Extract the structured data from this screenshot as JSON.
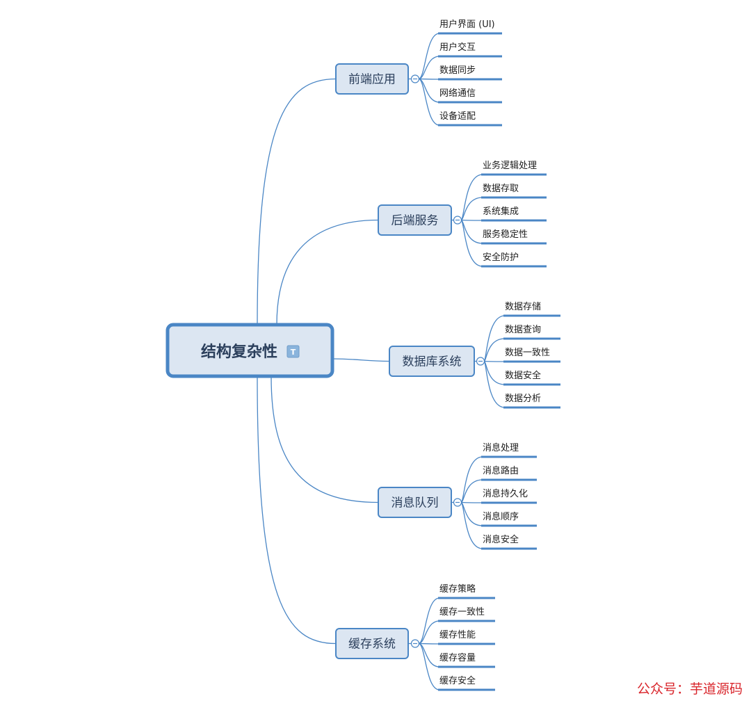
{
  "root": {
    "label": "结构复杂性",
    "icon": "text-topic-icon",
    "icon_glyph": "T"
  },
  "branches": [
    {
      "label": "前端应用",
      "children": [
        "用户界面 (UI)",
        "用户交互",
        "数据同步",
        "网络通信",
        "设备适配"
      ]
    },
    {
      "label": "后端服务",
      "children": [
        "业务逻辑处理",
        "数据存取",
        "系统集成",
        "服务稳定性",
        "安全防护"
      ]
    },
    {
      "label": "数据库系统",
      "children": [
        "数据存储",
        "数据查询",
        "数据一致性",
        "数据安全",
        "数据分析"
      ]
    },
    {
      "label": "消息队列",
      "children": [
        "消息处理",
        "消息路由",
        "消息持久化",
        "消息顺序",
        "消息安全"
      ]
    },
    {
      "label": "缓存系统",
      "children": [
        "缓存策略",
        "缓存一致性",
        "缓存性能",
        "缓存容量",
        "缓存安全"
      ]
    }
  ],
  "watermark": "公众号：芋道源码",
  "colors": {
    "node_fill": "#dce6f2",
    "node_stroke": "#4a86c5",
    "line": "#4a86c5",
    "watermark": "#d9262c"
  }
}
